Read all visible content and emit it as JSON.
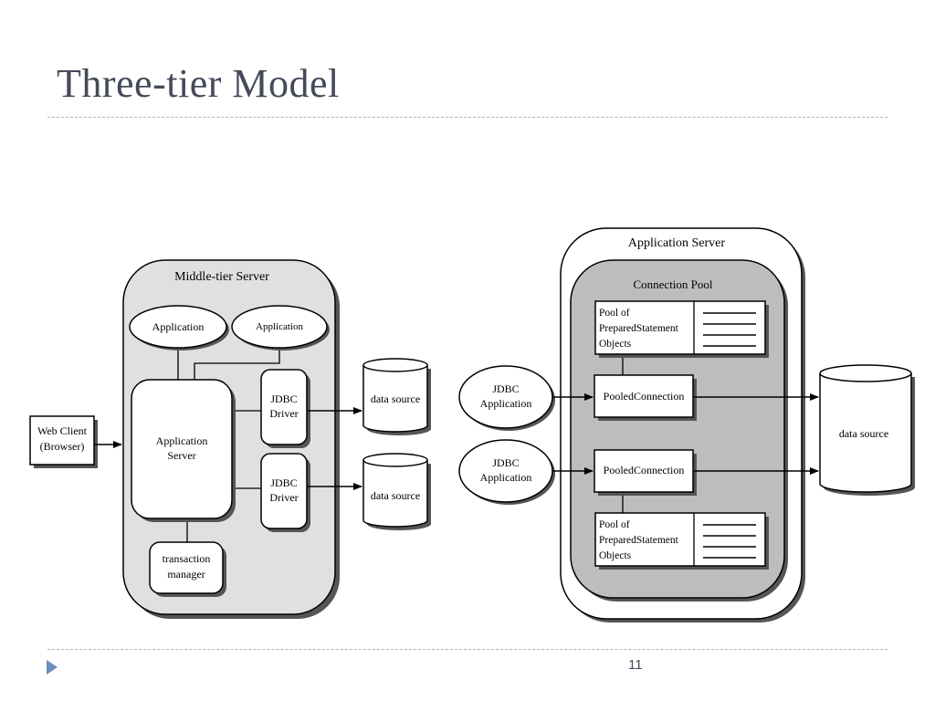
{
  "slide": {
    "title": "Three-tier Model",
    "page_number": "11"
  },
  "left_diagram": {
    "container_label": "Middle-tier Server",
    "app1_label": "Application",
    "app2_label": "Application",
    "app_server_label_1": "Application",
    "app_server_label_2": "Server",
    "driver1_label_1": "JDBC",
    "driver1_label_2": "Driver",
    "driver2_label_1": "JDBC",
    "driver2_label_2": "Driver",
    "tm_label_1": "transaction",
    "tm_label_2": "manager",
    "web_client_label_1": "Web Client",
    "web_client_label_2": "(Browser)",
    "ds1_label": "data source",
    "ds2_label": "data source"
  },
  "right_diagram": {
    "outer_label": "Application Server",
    "pool_label": "Connection Pool",
    "pool1_label_1": "Pool of",
    "pool1_label_2": "PreparedStatement",
    "pool1_label_3": "Objects",
    "pool2_label_1": "Pool of",
    "pool2_label_2": "PreparedStatement",
    "pool2_label_3": "Objects",
    "pc1_label": "PooledConnection",
    "pc2_label": "PooledConnection",
    "jdbc1_label_1": "JDBC",
    "jdbc1_label_2": "Application",
    "jdbc2_label_1": "JDBC",
    "jdbc2_label_2": "Application",
    "ds_label": "data source"
  },
  "colors": {
    "title": "#444a5a",
    "container_fill": "#e0e0e0",
    "pool_fill": "#bdbdbd",
    "nav_arrow": "#6c8fbf"
  }
}
